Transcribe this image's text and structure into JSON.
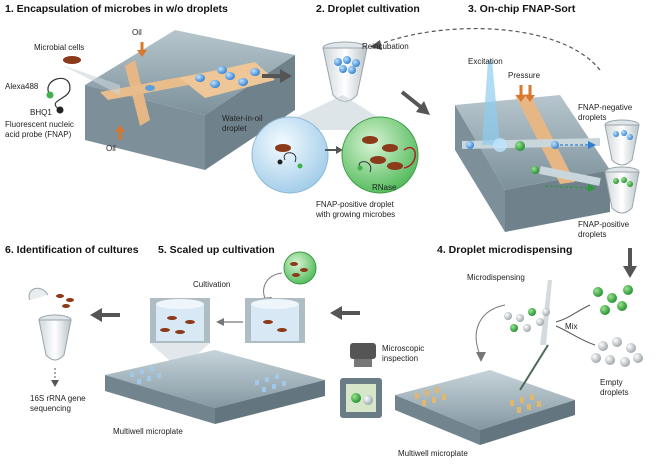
{
  "steps": {
    "s1": "1. Encapsulation of microbes in w/o droplets",
    "s2": "2. Droplet cultivation",
    "s3": "3. On-chip FNAP-Sort",
    "s4": "4. Droplet microdispensing",
    "s5": "5.  Scaled up cultivation",
    "s6": "6. Identification of cultures"
  },
  "labels": {
    "oil_top": "Oil",
    "oil_bottom": "Oil",
    "microbial_cells": "Microbial cells",
    "alexa": "Alexa488",
    "bhq": "BHQ1",
    "fnap_line1": "Fluorescent nucleic",
    "fnap_line2": "acid probe (FNAP)",
    "water_line1": "Water-in-oil",
    "water_line2": "droplet",
    "reincubation": "Reincubation",
    "rnase": "RNase",
    "pos_drop_line1": "FNAP-positive droplet",
    "pos_drop_line2": "with growing microbes",
    "excitation": "Excitation",
    "pressure": "Pressure",
    "neg_line1": "FNAP-negative",
    "neg_line2": "droplets",
    "posd_line1": "FNAP-positive",
    "posd_line2": "droplets",
    "microdispensing": "Microdispensing",
    "mix": "Mix",
    "empty_line1": "Empty",
    "empty_line2": "droplets",
    "microscopic_line1": "Microscopic",
    "microscopic_line2": "inspection",
    "multiwell_a": "Multiwell microplate",
    "multiwell_b": "Multiwell microplate",
    "cultivation": "Cultivation",
    "rrna_line1": "16S rRNA gene",
    "rrna_line2": "sequencing"
  },
  "colors": {
    "chip": "#8fa3ad",
    "channel": "#e9b98a",
    "fnap_positive": "#3fb34a",
    "droplet_blue": "#4a90d9",
    "arrow": "#555555",
    "cells": "#8b3a1a"
  }
}
